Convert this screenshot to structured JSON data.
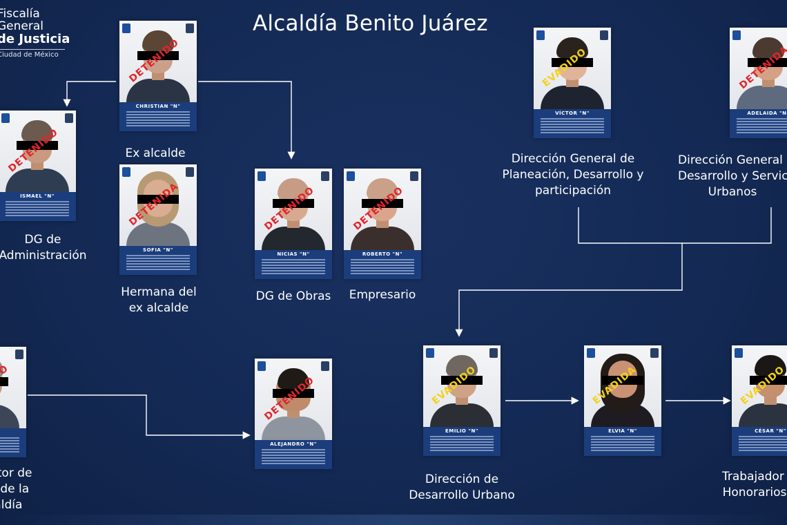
{
  "header": {
    "logo": {
      "line1": "Fiscalía",
      "line2": "General",
      "line3": "de Justicia",
      "line4": "Ciudad de México"
    },
    "title": "Alcaldía Benito Juárez"
  },
  "stamps": {
    "detained": "DETENIDO",
    "detained_f": "DETENIDA",
    "escaped": "EVADIDO",
    "escaped_f": "EVADIDA"
  },
  "people": [
    {
      "id": "christian",
      "name": "CHRISTIAN \"N\"",
      "role": "Ex alcalde",
      "status": "detained"
    },
    {
      "id": "ismael",
      "name": "ISMAEL \"N\"",
      "role": "DG de\nAdministración",
      "status": "detained"
    },
    {
      "id": "sofia",
      "name": "SOFIA \"N\"",
      "role": "Hermana del\nex alcalde",
      "status": "detained_f"
    },
    {
      "id": "nicias",
      "name": "NICIAS \"N\"",
      "role": "DG de Obras",
      "status": "detained"
    },
    {
      "id": "roberto",
      "name": "ROBERTO \"N\"",
      "role": "Empresario",
      "status": "detained"
    },
    {
      "id": "victor",
      "name": "VÍCTOR \"N\"",
      "role": "Dirección General de\nPlaneación, Desarrollo y\nparticipación",
      "status": "escaped"
    },
    {
      "id": "adelaida",
      "name": "ADELAIDA \"N\"",
      "role": "Dirección General de\nDesarrollo y Servicios\nUrbanos",
      "status": "detained_f"
    },
    {
      "id": "unnamed",
      "name": "",
      "role": "Director de\nÁrea de la\nAlcaldía",
      "status": "detained"
    },
    {
      "id": "alejandro",
      "name": "ALEJANDRO \"N\"",
      "role": "",
      "status": "detained"
    },
    {
      "id": "emilio",
      "name": "EMILIO \"N\"",
      "role": "Dirección de\nDesarrollo Urbano",
      "status": "escaped"
    },
    {
      "id": "elvia",
      "name": "ELVIA \"N\"",
      "role": "",
      "status": "escaped_f"
    },
    {
      "id": "cesar",
      "name": "CÉSAR \"N\"",
      "role": "Trabajador de\nHonorarios",
      "status": "escaped"
    }
  ],
  "colors": {
    "background": "#142a55",
    "card": "#1b3d7c",
    "detained": "#e0262b",
    "escaped": "#f2d21a"
  }
}
